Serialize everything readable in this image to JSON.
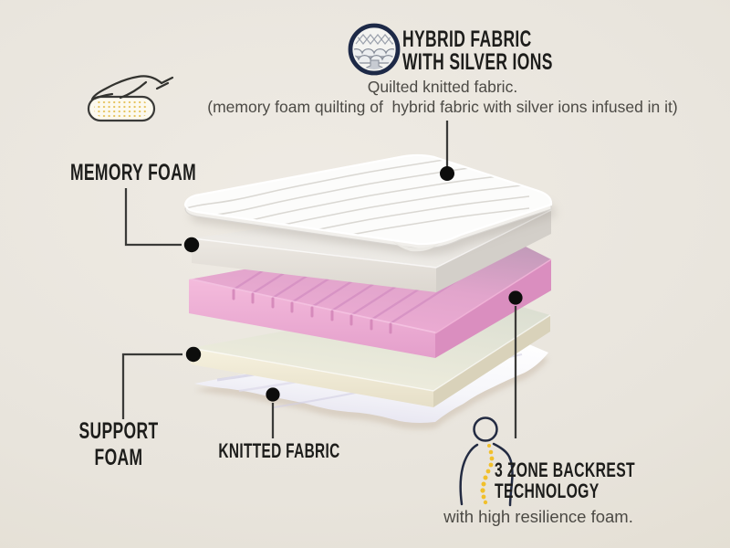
{
  "diagram": {
    "heading": {
      "line1": "HYBRID FABRIC",
      "line2": "WITH SILVER IONS"
    },
    "subtitle": {
      "line1": "Quilted knitted fabric.",
      "line2": "(memory foam quilting of  hybrid fabric with silver ions infused in it)"
    },
    "labels": {
      "memory_foam": "MEMORY FOAM",
      "support_foam": "SUPPORT FOAM",
      "knitted_fabric": "KNITTED FABRIC",
      "backrest_line1": "3 ZONE BACKREST",
      "backrest_line2": "TECHNOLOGY",
      "backrest_subtitle": "with high resilience foam."
    },
    "layers": [
      {
        "name": "quilted-topper",
        "label_ref": "Quilted knitted fabric",
        "color": "#fcfcfb"
      },
      {
        "name": "memory-foam",
        "label_ref": "MEMORY FOAM",
        "color": "#e9e5e0"
      },
      {
        "name": "three-zone-foam",
        "label_ref": "3 ZONE BACKREST TECHNOLOGY",
        "color": "#eeadd5"
      },
      {
        "name": "support-foam",
        "label_ref": "SUPPORT FOAM",
        "color": "#efeedf"
      },
      {
        "name": "knitted-fabric",
        "label_ref": "KNITTED FABRIC",
        "color": "#f4f3f8"
      }
    ],
    "icons": [
      {
        "name": "hybrid-fabric-icon"
      },
      {
        "name": "memory-foam-hand-icon"
      },
      {
        "name": "backrest-body-icon"
      }
    ],
    "colors": {
      "background": "#e9e5dd",
      "pink_foam": "#eeadd5",
      "spine_yellow": "#f1c02c",
      "connector_line": "#3a3a38",
      "icon_navy": "#1d2947"
    }
  }
}
